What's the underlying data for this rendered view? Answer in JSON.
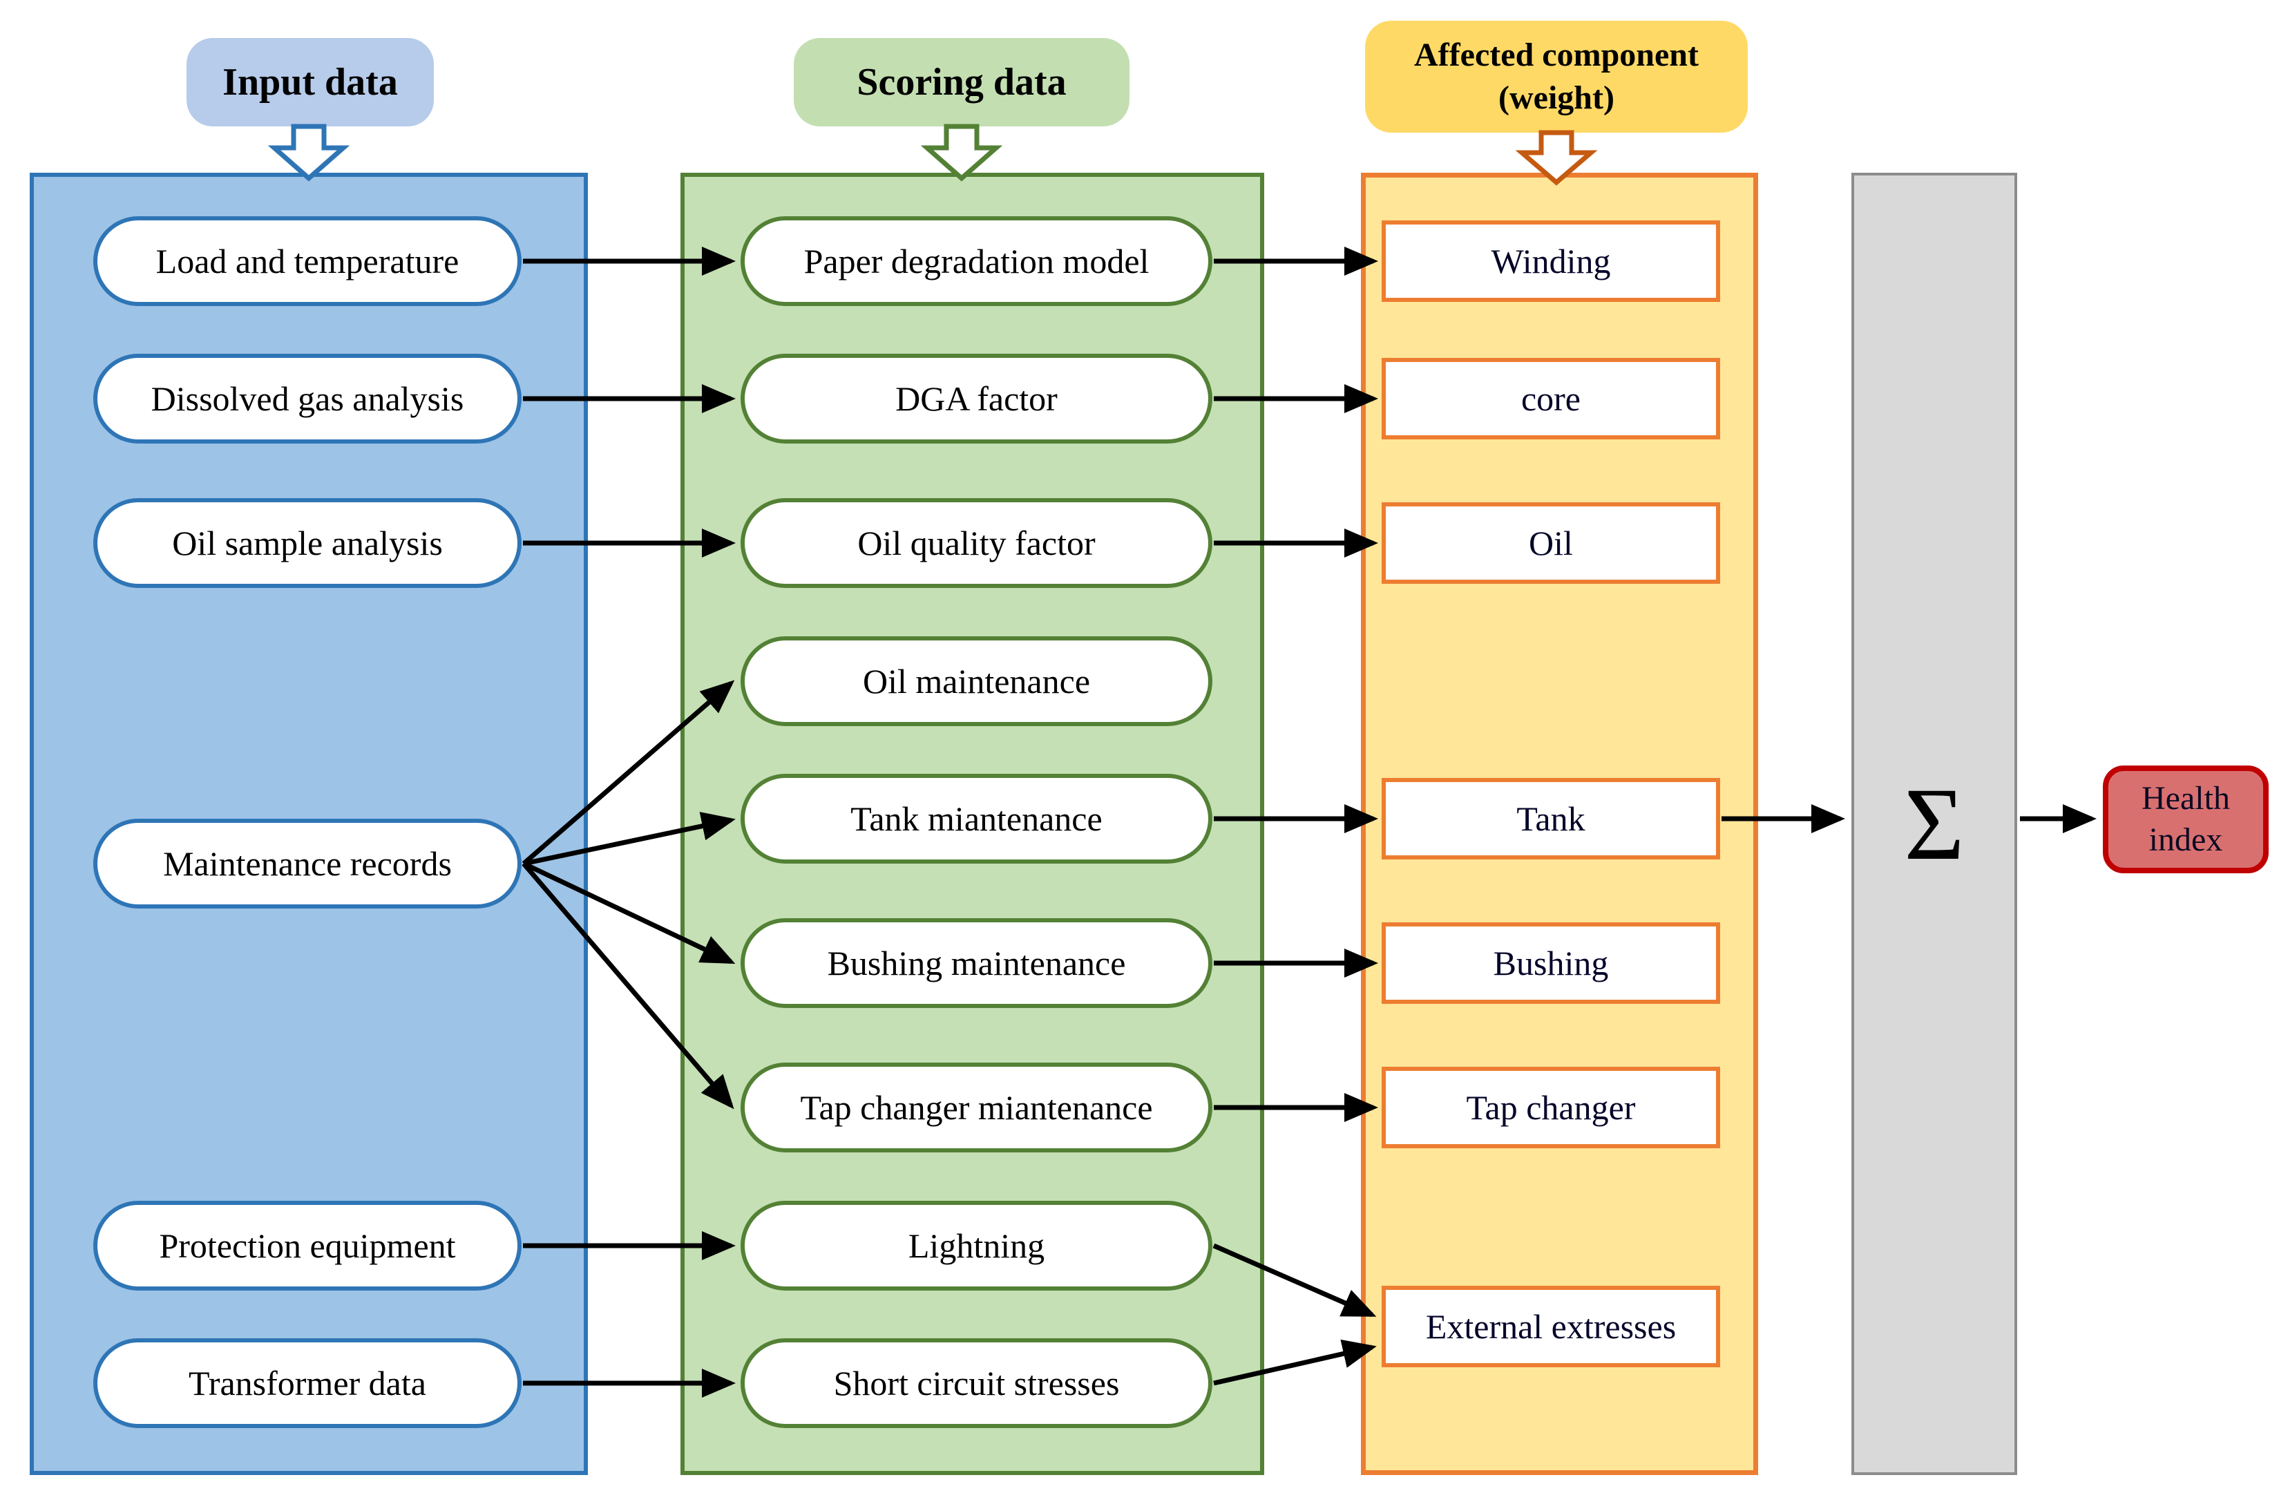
{
  "headers": {
    "input": "Input data",
    "scoring": "Scoring data",
    "affected_line1": "Affected component",
    "affected_line2": "(weight)"
  },
  "input_column": {
    "items": [
      "Load and temperature",
      "Dissolved gas analysis",
      "Oil sample analysis",
      "Maintenance records",
      "Protection equipment",
      "Transformer data"
    ]
  },
  "scoring_column": {
    "items": [
      "Paper degradation model",
      "DGA factor",
      "Oil quality factor",
      "Oil maintenance",
      "Tank miantenance",
      "Bushing maintenance",
      "Tap changer miantenance",
      "Lightning",
      "Short circuit stresses"
    ]
  },
  "affected_column": {
    "items": [
      "Winding",
      "core",
      "Oil",
      "Tank",
      "Bushing",
      "Tap changer",
      "External extresses"
    ]
  },
  "output": {
    "sigma": "Σ",
    "health_label": "Health index"
  },
  "colors": {
    "input_panel": "#9DC3E6",
    "input_border": "#2E75B6",
    "input_header": "#B7CBEA",
    "scoring_panel": "#C5E0B4",
    "scoring_border": "#538135",
    "scoring_header": "#C3DFB1",
    "affected_panel": "#FFE699",
    "affected_border": "#ED7D31",
    "affected_header": "#FFD966",
    "sum_panel": "#D9D9D9",
    "health_fill": "#D97070",
    "health_border": "#C00000",
    "arrow": "#000000"
  }
}
